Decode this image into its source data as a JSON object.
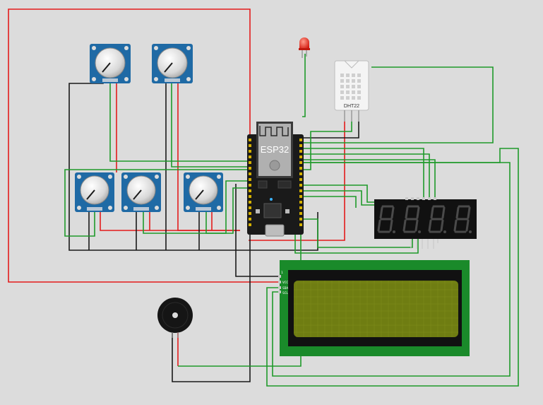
{
  "canvas": {
    "background": "#dcdcdc"
  },
  "colors": {
    "wire_red": "#e31b1b",
    "wire_green": "#1e9a2a",
    "wire_black": "#1a1a1a",
    "pot_board": "#1f6aa5",
    "esp_board": "#1a1a1a",
    "lcd_frame": "#1a8a2a",
    "lcd_screen": "#6f7d12",
    "seg_off": "#4a4a4a"
  },
  "components": {
    "mcu": {
      "label": "ESP32"
    },
    "sensor": {
      "label": "DHT22"
    },
    "lcd": {
      "pins": [
        "1",
        "VCC",
        "SDA",
        "SCL"
      ]
    },
    "led": {
      "color": "#e0201f"
    },
    "buzzer": {
      "color": "#151515"
    },
    "segment_display": {
      "digits": 4
    },
    "potentiometers": {
      "count": 5
    }
  }
}
